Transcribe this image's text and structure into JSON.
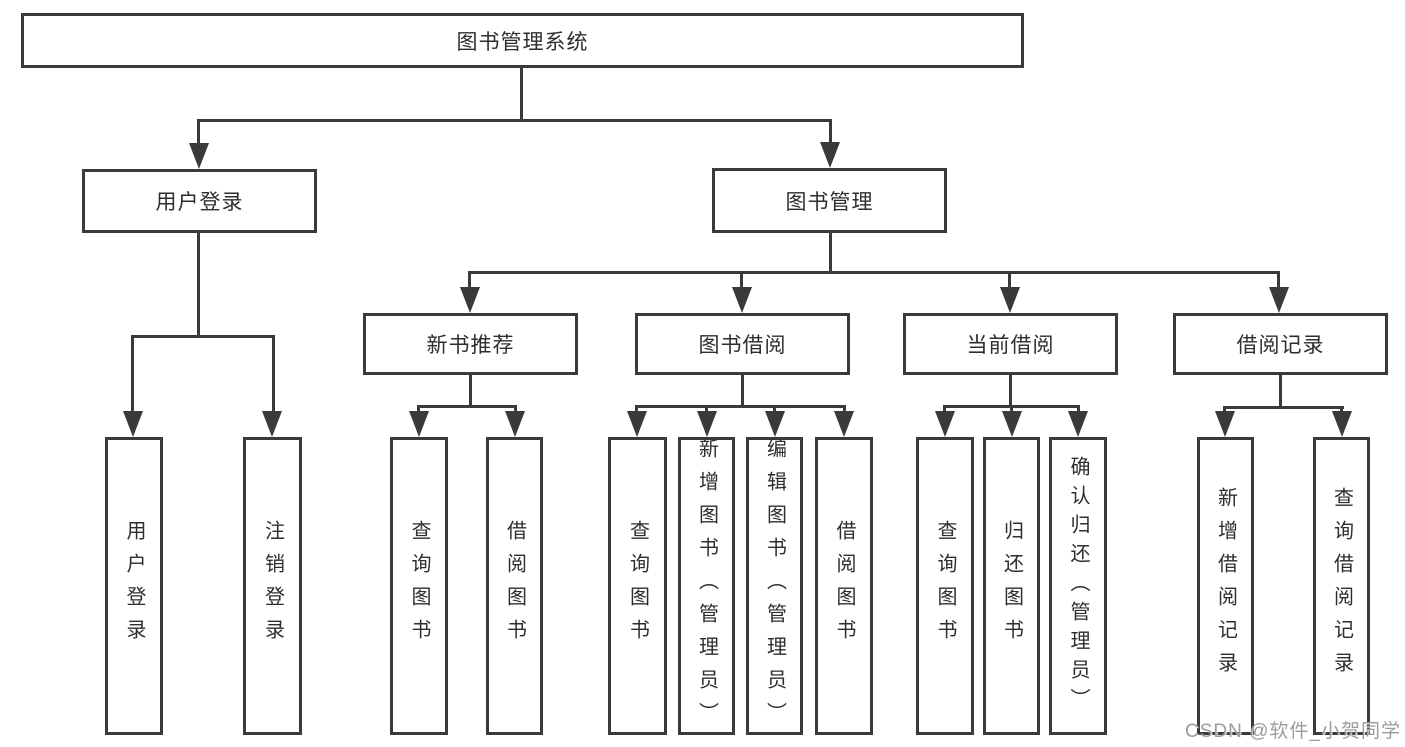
{
  "diagram": {
    "type": "hierarchy-tree",
    "orientation": "top-down",
    "colors": {
      "line": "#3a3a3a",
      "text": "#2e2e2e",
      "background": "#ffffff",
      "watermark_text_color": "#9c9c9c"
    }
  },
  "nodes": {
    "root": {
      "label": "图书管理系统"
    },
    "level2": [
      {
        "label": "用户登录"
      },
      {
        "label": "图书管理"
      }
    ],
    "level3": [
      {
        "label": "新书推荐"
      },
      {
        "label": "图书借阅"
      },
      {
        "label": "当前借阅"
      },
      {
        "label": "借阅记录"
      }
    ],
    "leaves": {
      "user_login": [
        {
          "label": "用户登录"
        },
        {
          "label": "注销登录"
        }
      ],
      "new_books": [
        {
          "label": "查询图书"
        },
        {
          "label": "借阅图书"
        }
      ],
      "book_borrow": [
        {
          "label": "查询图书"
        },
        {
          "label": "新增图书（管理员）"
        },
        {
          "label": "编辑图书（管理员）"
        },
        {
          "label": "借阅图书"
        }
      ],
      "current_borrow": [
        {
          "label": "查询图书"
        },
        {
          "label": "归还图书"
        },
        {
          "label": "确认归还（管理员）"
        }
      ],
      "borrow_records": [
        {
          "label": "新增借阅记录"
        },
        {
          "label": "查询借阅记录"
        }
      ]
    }
  },
  "edges": {
    "root_children": [
      "用户登录",
      "图书管理"
    ],
    "用户登录_children": [
      "用户登录",
      "注销登录"
    ],
    "图书管理_children": [
      "新书推荐",
      "图书借阅",
      "当前借阅",
      "借阅记录"
    ],
    "新书推荐_children": [
      "查询图书",
      "借阅图书"
    ],
    "图书借阅_children": [
      "查询图书",
      "新增图书（管理员）",
      "编辑图书（管理员）",
      "借阅图书"
    ],
    "当前借阅_children": [
      "查询图书",
      "归还图书",
      "确认归还（管理员）"
    ],
    "借阅记录_children": [
      "新增借阅记录",
      "查询借阅记录"
    ]
  },
  "watermark": {
    "text": "CSDN @软件_小贺同学"
  }
}
